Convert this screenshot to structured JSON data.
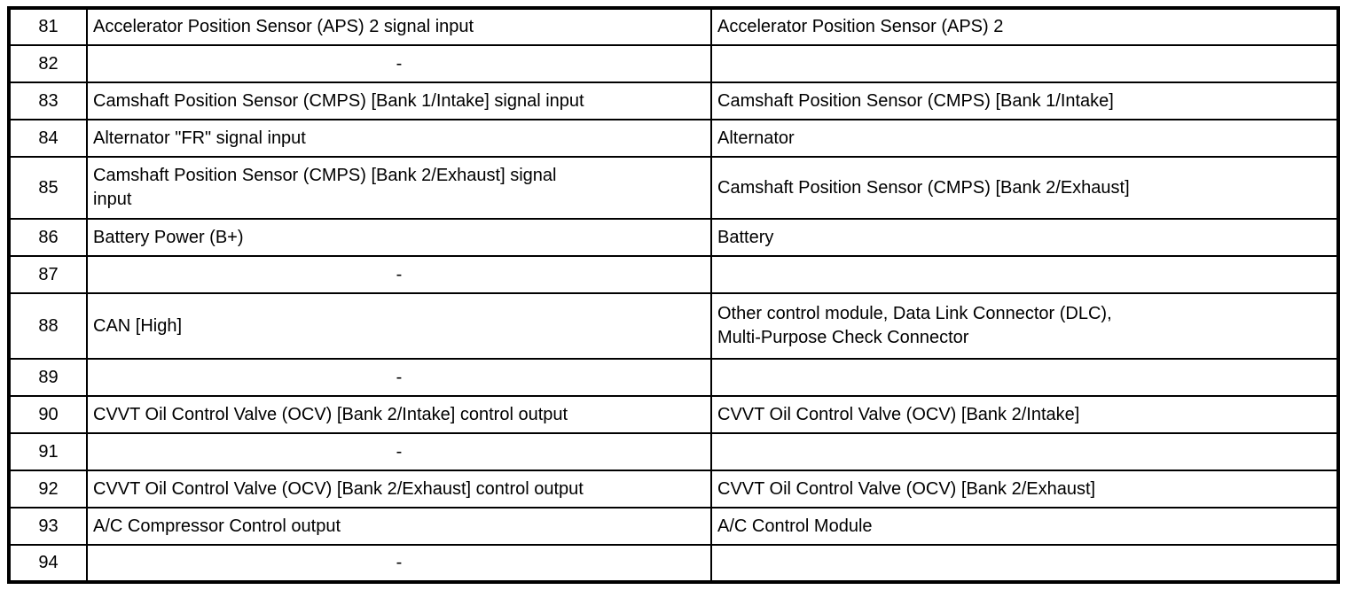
{
  "colors": {
    "border": "#000000",
    "background": "#ffffff",
    "text": "#000000"
  },
  "table": {
    "description": "ECM connector terminal pin-out continuation (pins 81-94)",
    "columns": [
      "pin",
      "description",
      "connected_to"
    ],
    "rows": [
      {
        "pin": "81",
        "description": "Accelerator Position Sensor (APS) 2 signal input",
        "connected_to": "Accelerator Position Sensor (APS) 2"
      },
      {
        "pin": "82",
        "description": "-",
        "connected_to": ""
      },
      {
        "pin": "83",
        "description": "Camshaft Position Sensor (CMPS) [Bank 1/Intake] signal input",
        "connected_to": "Camshaft Position Sensor (CMPS) [Bank 1/Intake]"
      },
      {
        "pin": "84",
        "description": "Alternator \"FR\" signal input",
        "connected_to": "Alternator"
      },
      {
        "pin": "85",
        "description": "Camshaft Position Sensor (CMPS) [Bank 2/Exhaust] signal\ninput",
        "connected_to": "Camshaft Position Sensor (CMPS) [Bank 2/Exhaust]"
      },
      {
        "pin": "86",
        "description": "Battery Power (B+)",
        "connected_to": "Battery"
      },
      {
        "pin": "87",
        "description": "-",
        "connected_to": ""
      },
      {
        "pin": "88",
        "description": "CAN [High]",
        "connected_to": "Other control module, Data Link Connector (DLC),\nMulti-Purpose Check Connector"
      },
      {
        "pin": "89",
        "description": "-",
        "connected_to": ""
      },
      {
        "pin": "90",
        "description": "CVVT Oil Control Valve (OCV) [Bank 2/Intake] control output",
        "connected_to": "CVVT Oil Control Valve (OCV) [Bank 2/Intake]"
      },
      {
        "pin": "91",
        "description": "-",
        "connected_to": ""
      },
      {
        "pin": "92",
        "description": "CVVT Oil Control Valve (OCV) [Bank 2/Exhaust] control output",
        "connected_to": "CVVT Oil Control Valve (OCV) [Bank 2/Exhaust]"
      },
      {
        "pin": "93",
        "description": "A/C Compressor Control output",
        "connected_to": "A/C Control Module"
      },
      {
        "pin": "94",
        "description": "-",
        "connected_to": ""
      }
    ]
  }
}
